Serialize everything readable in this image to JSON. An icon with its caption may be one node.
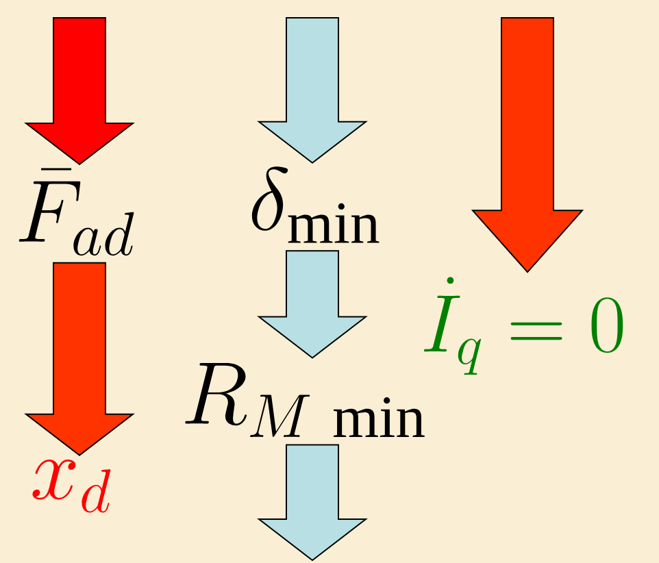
{
  "diagram": {
    "nodes": [
      {
        "text": [
          "\\bar{F}_{ad}"
        ]
      },
      {
        "text": [
          "\\delta_{\\min}"
        ]
      },
      {
        "text": [
          "\\dot{I}_q = 0"
        ]
      },
      {
        "text": [
          "R_{M\\,\\min}"
        ]
      },
      {
        "text": [
          "x_d"
        ]
      }
    ],
    "edges": [
      {
        "from": null,
        "to": 0,
        "arrow": "to",
        "color": "#ff0000"
      },
      {
        "from": null,
        "to": 1,
        "arrow": "to",
        "color": "#b8e0e4"
      },
      {
        "from": null,
        "to": 2,
        "arrow": "to",
        "color": "#ff3300",
        "style": "thick"
      },
      {
        "from": 0,
        "to": 4,
        "arrow": "to",
        "color": "#ff3300"
      },
      {
        "from": 1,
        "to": 3,
        "arrow": "to",
        "color": "#b8e0e4"
      },
      {
        "from": 3,
        "to": null,
        "arrow": "to",
        "color": "#b8e0e4"
      }
    ]
  }
}
